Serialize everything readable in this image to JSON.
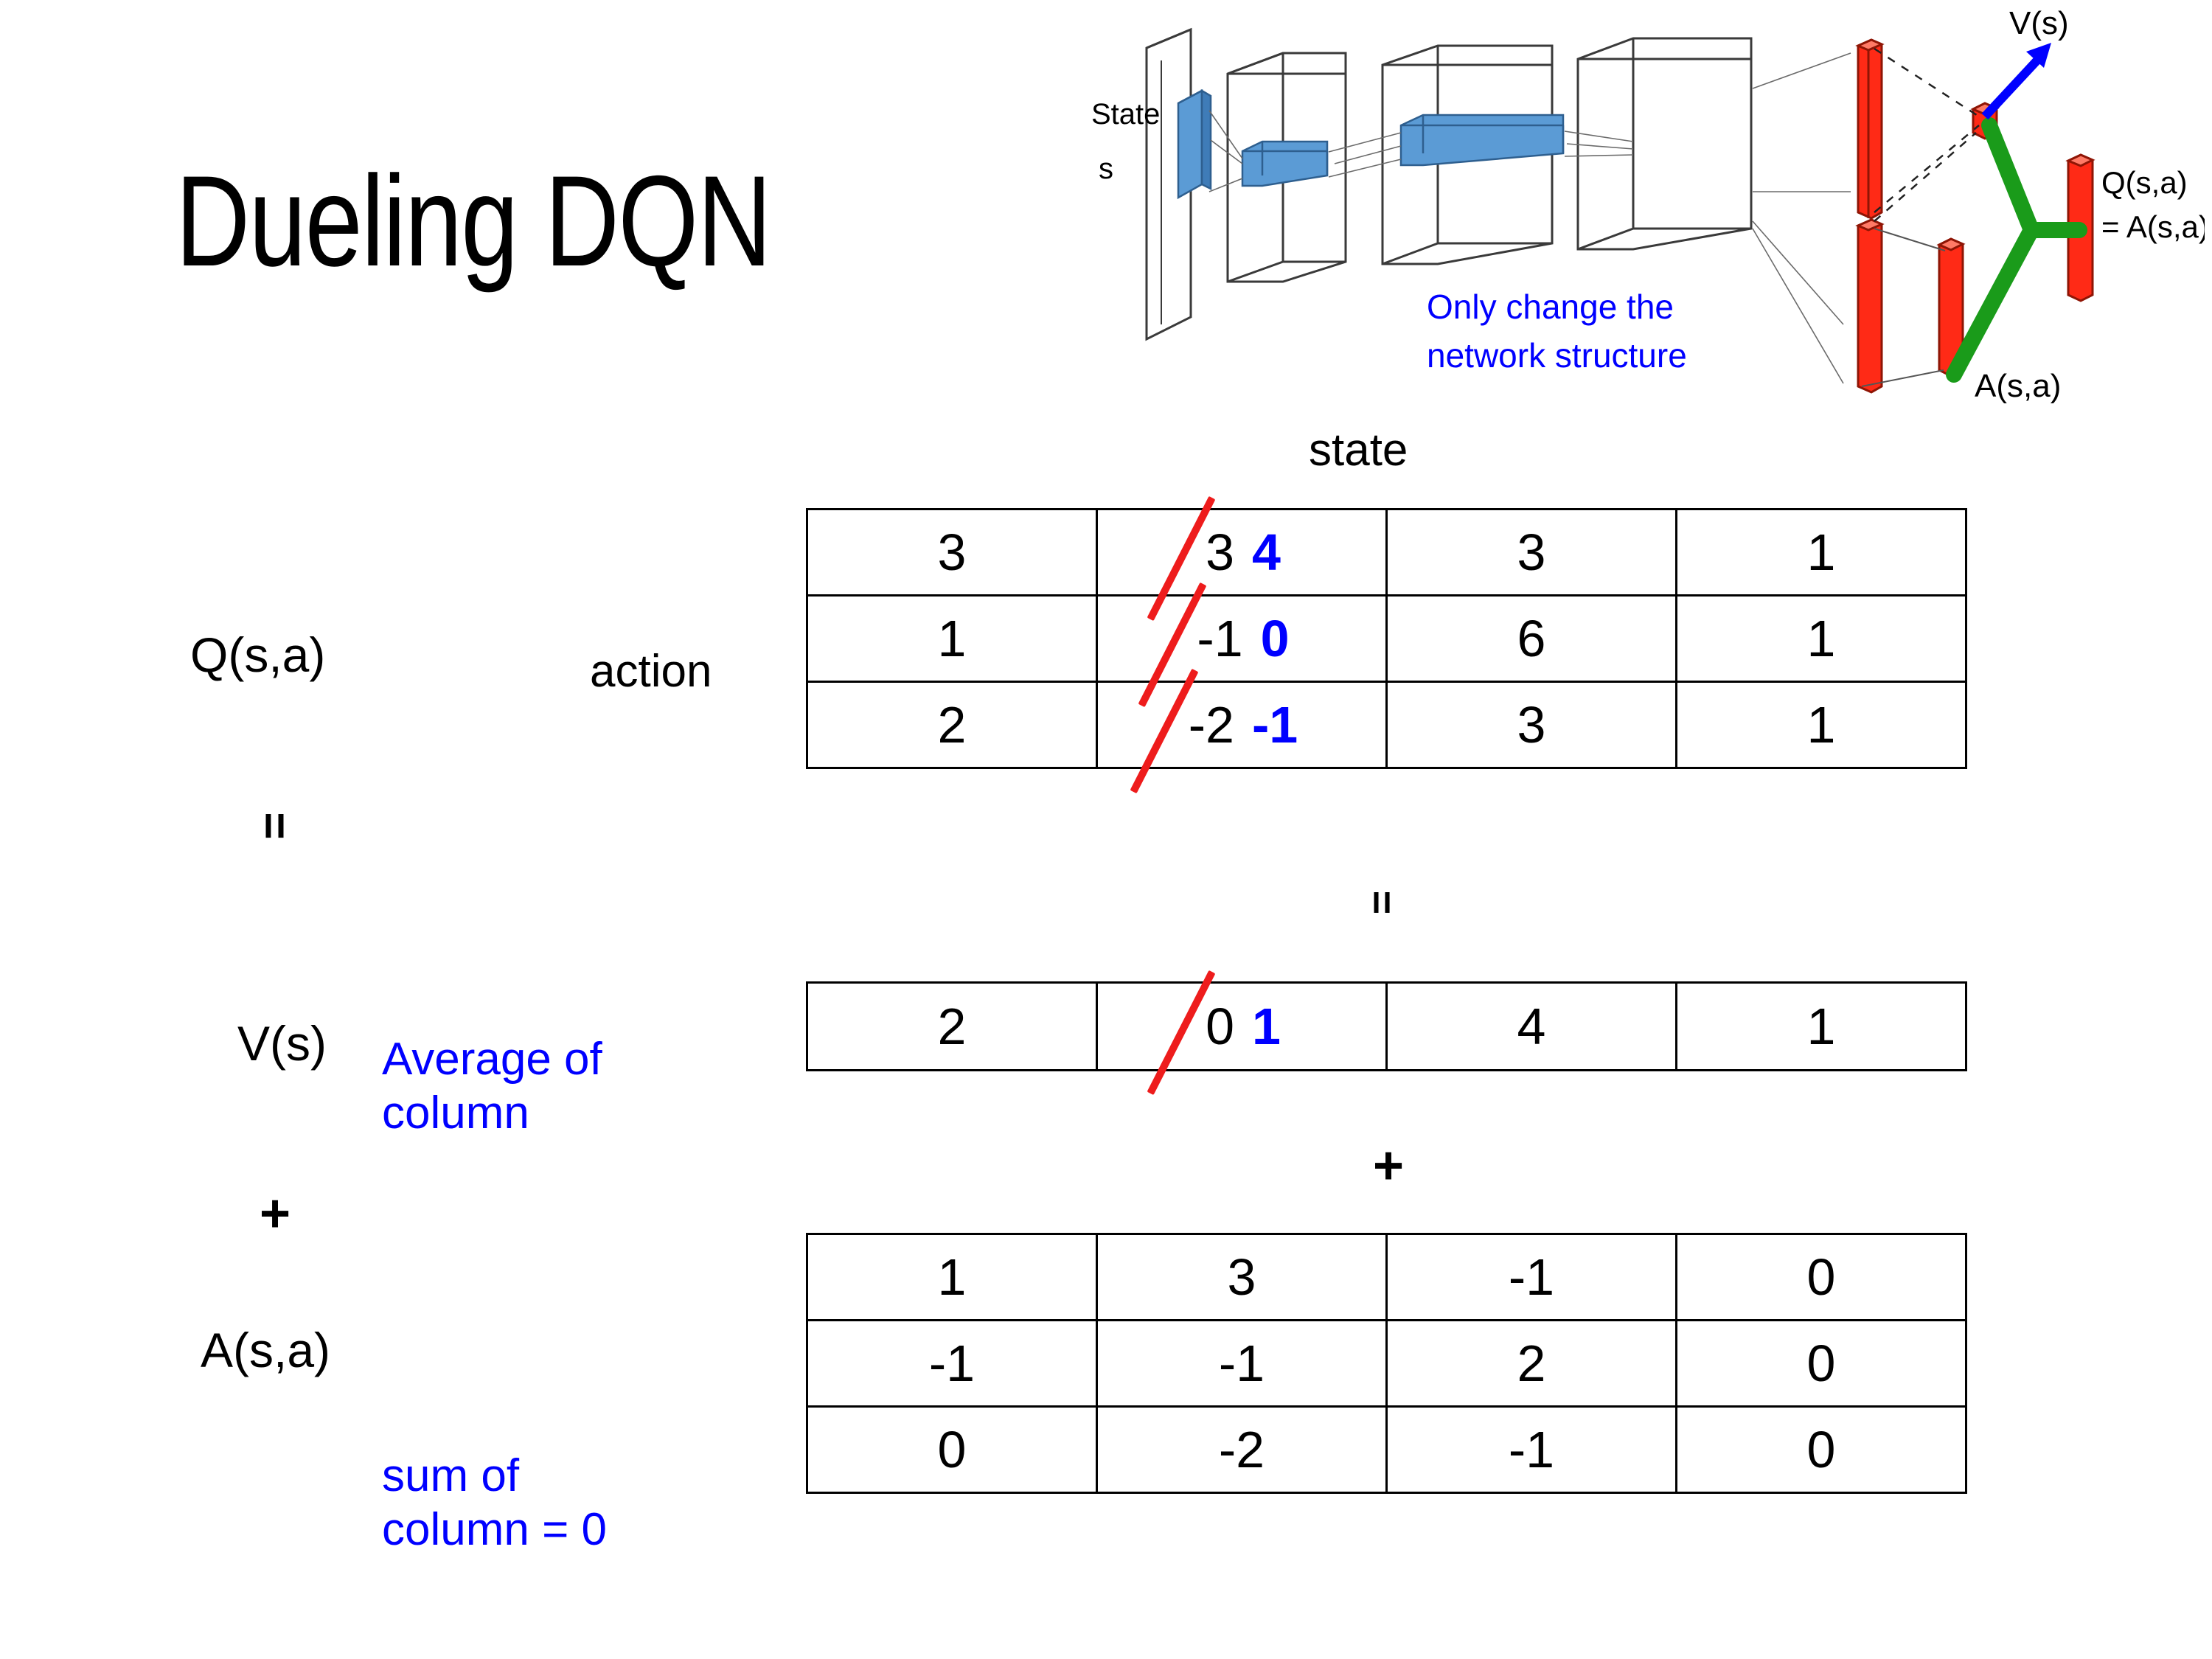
{
  "slide": {
    "title": "Dueling DQN"
  },
  "diagram": {
    "state_label_line1": "State",
    "state_label_line2": "s",
    "note": "Only change the\nnetwork structure",
    "note_line1": "Only change the",
    "note_line2": "network structure",
    "v_output_label": "V(s)",
    "a_output_label": "A(s,a)",
    "q_output_label_line1": "Q(s,a)",
    "q_output_label_line2": "= A(s,a)+V(s)",
    "colors": {
      "note": "#0000ff",
      "arrow": "#0000ff",
      "bars": "#ff2a16",
      "merge": "#1a9b1a",
      "conv": "#5b9bd5"
    }
  },
  "labels": {
    "state_axis": "state",
    "action_axis": "action",
    "q_label": "Q(s,a)",
    "v_label": "V(s)",
    "a_label": "A(s,a)",
    "equals_left": "=",
    "equals_mid": "=",
    "plus_left": "+",
    "plus_mid": "+",
    "avg_note_line1": "Average of",
    "avg_note_line2": "column",
    "sum_note_line1": "sum of",
    "sum_note_line2": "column = 0",
    "note_color": "#0000ff"
  },
  "chart_data": {
    "type": "table",
    "title": "Dueling DQN: Q(s,a) = V(s) + A(s,a)",
    "xlabel": "state",
    "ylabel": "action",
    "edit_color": "#0000ff",
    "strike_color": "#ee1c1c",
    "tables": [
      {
        "name": "Q(s,a)",
        "rows": 3,
        "cols": 4,
        "values": [
          [
            "3",
            "3",
            "3",
            "1"
          ],
          [
            "1",
            "-1",
            "6",
            "1"
          ],
          [
            "2",
            "-2",
            "3",
            "1"
          ]
        ],
        "edits": [
          {
            "row": 0,
            "col": 1,
            "old": "3",
            "new": "4"
          },
          {
            "row": 1,
            "col": 1,
            "old": "-1",
            "new": "0"
          },
          {
            "row": 2,
            "col": 1,
            "old": "-2",
            "new": "-1"
          }
        ]
      },
      {
        "name": "V(s)",
        "rows": 1,
        "cols": 4,
        "values": [
          [
            "2",
            "0",
            "4",
            "1"
          ]
        ],
        "edits": [
          {
            "row": 0,
            "col": 1,
            "old": "0",
            "new": "1"
          }
        ]
      },
      {
        "name": "A(s,a)",
        "rows": 3,
        "cols": 4,
        "values": [
          [
            "1",
            "3",
            "-1",
            "0"
          ],
          [
            "-1",
            "-1",
            "2",
            "0"
          ],
          [
            "0",
            "-2",
            "-1",
            "0"
          ]
        ],
        "edits": []
      }
    ]
  }
}
